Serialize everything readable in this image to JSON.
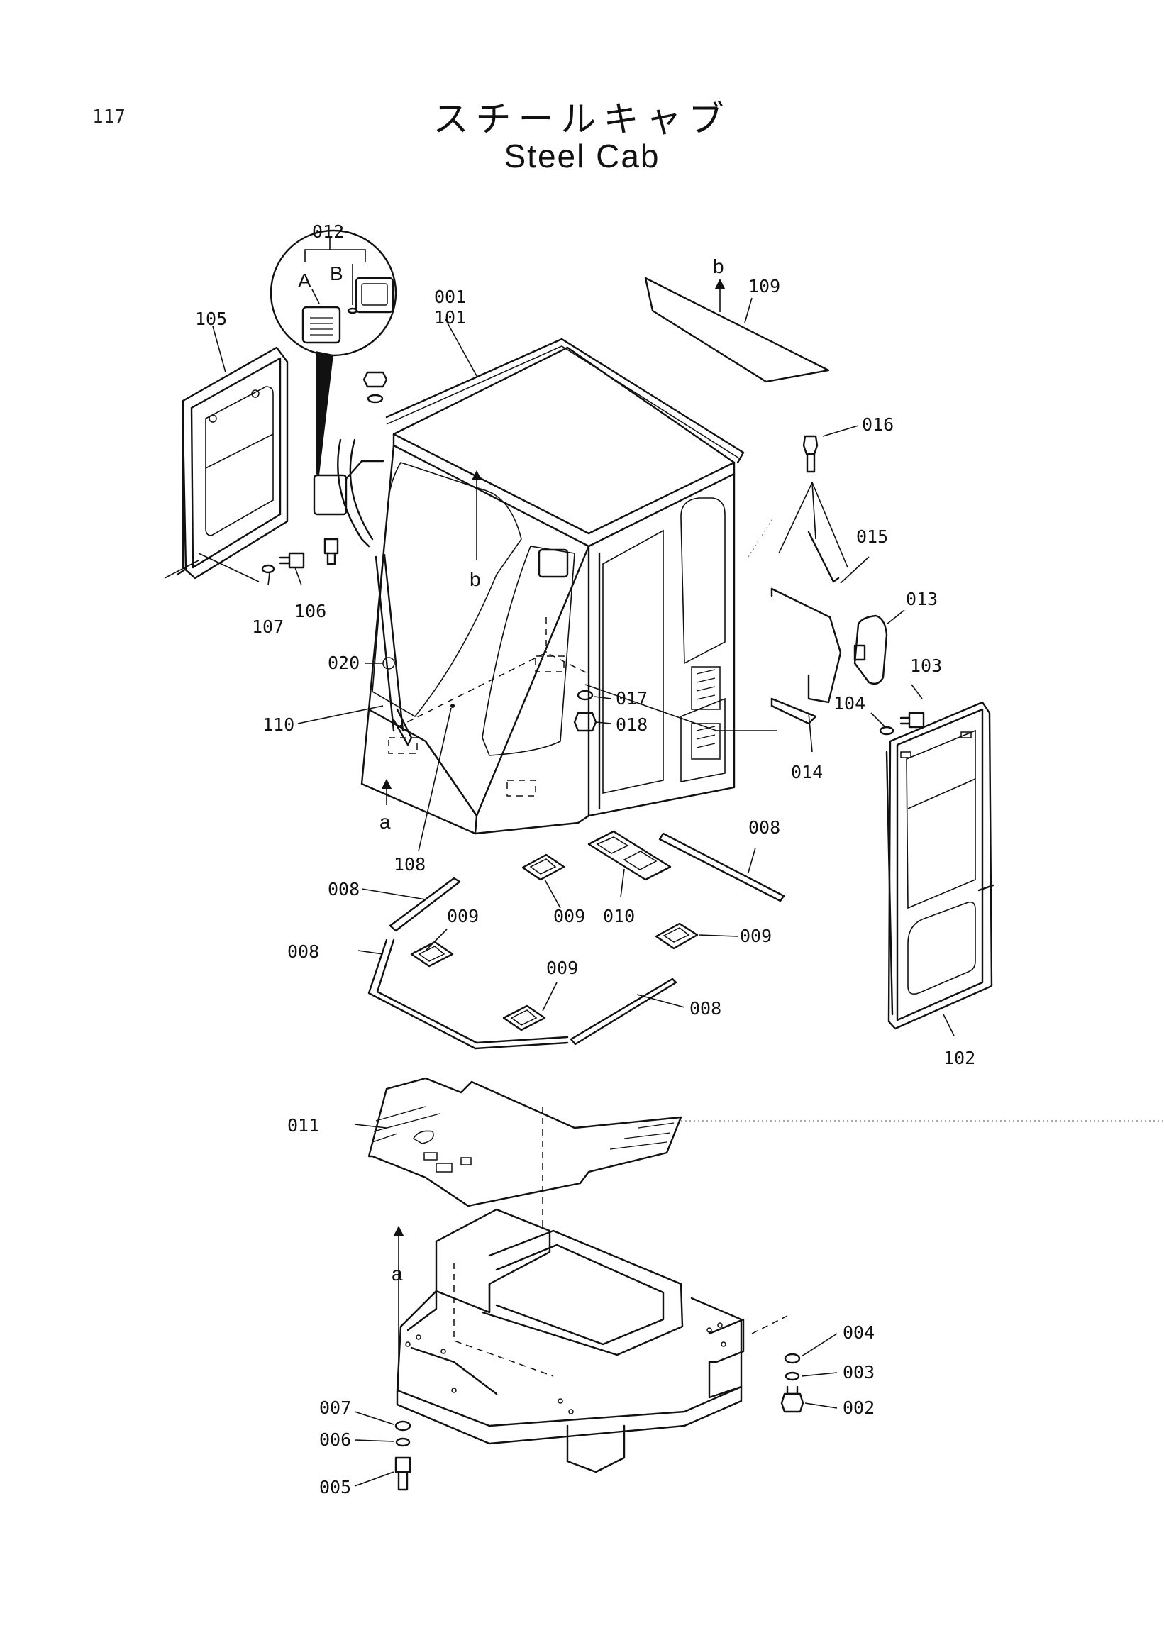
{
  "page_number": "117",
  "title_jp": "スチールキャブ",
  "title_en": "Steel Cab",
  "callouts": [
    {
      "id": "c001",
      "text": "001"
    },
    {
      "id": "c101",
      "text": "101"
    },
    {
      "id": "c012",
      "text": "012"
    },
    {
      "id": "cA",
      "text": "A"
    },
    {
      "id": "cB",
      "text": "B"
    },
    {
      "id": "c105",
      "text": "105"
    },
    {
      "id": "c106",
      "text": "106"
    },
    {
      "id": "c107",
      "text": "107"
    },
    {
      "id": "c109",
      "text": "109"
    },
    {
      "id": "cb_top",
      "text": "b"
    },
    {
      "id": "cb_mid",
      "text": "b"
    },
    {
      "id": "c016",
      "text": "016"
    },
    {
      "id": "c015",
      "text": "015"
    },
    {
      "id": "c013",
      "text": "013"
    },
    {
      "id": "c103",
      "text": "103"
    },
    {
      "id": "c104",
      "text": "104"
    },
    {
      "id": "c014",
      "text": "014"
    },
    {
      "id": "c017",
      "text": "017"
    },
    {
      "id": "c018",
      "text": "018"
    },
    {
      "id": "c020",
      "text": "020"
    },
    {
      "id": "c110",
      "text": "110"
    },
    {
      "id": "ca_mid",
      "text": "a"
    },
    {
      "id": "c108",
      "text": "108"
    },
    {
      "id": "c102",
      "text": "102"
    },
    {
      "id": "c008_a",
      "text": "008"
    },
    {
      "id": "c008_b",
      "text": "008"
    },
    {
      "id": "c008_c",
      "text": "008"
    },
    {
      "id": "c008_d",
      "text": "008"
    },
    {
      "id": "c009_a",
      "text": "009"
    },
    {
      "id": "c009_b",
      "text": "009"
    },
    {
      "id": "c009_c",
      "text": "009"
    },
    {
      "id": "c009_d",
      "text": "009"
    },
    {
      "id": "c010",
      "text": "010"
    },
    {
      "id": "c011",
      "text": "011"
    },
    {
      "id": "ca_bot",
      "text": "a"
    },
    {
      "id": "c004",
      "text": "004"
    },
    {
      "id": "c003",
      "text": "003"
    },
    {
      "id": "c002",
      "text": "002"
    },
    {
      "id": "c007",
      "text": "007"
    },
    {
      "id": "c006",
      "text": "006"
    },
    {
      "id": "c005",
      "text": "005"
    }
  ]
}
